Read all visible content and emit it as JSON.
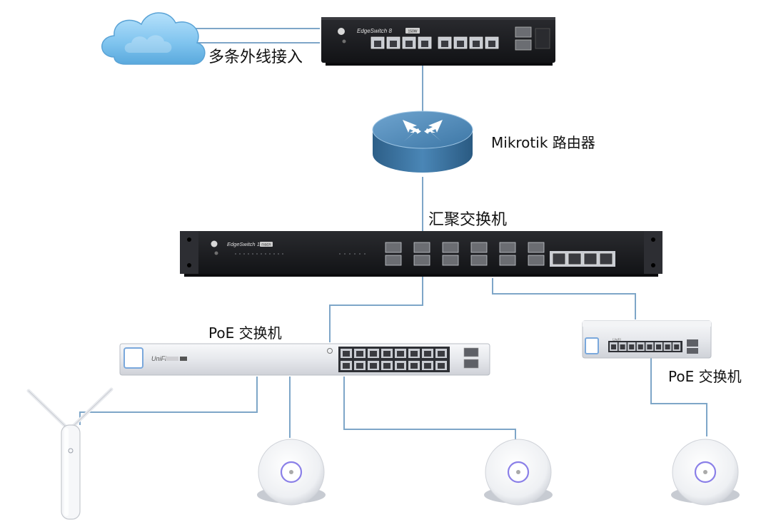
{
  "labels": {
    "cloud": "多条外线接入",
    "router": "Mikrotik 路由器",
    "aggregation": "汇聚交换机",
    "poe_left": "PoE 交换机",
    "poe_right": "PoE 交换机"
  },
  "devices": {
    "top_switch": {
      "brand": "EdgeSwitch 8",
      "badge": "150W"
    },
    "agg_switch": {
      "brand": "EdgeSwitch 12",
      "badge": "FIBER"
    },
    "poe_left": {
      "brand": "UniFi"
    },
    "poe_right": {
      "brand": "UniFi"
    }
  },
  "icons": [
    "cloud-icon",
    "router-icon",
    "ubiquiti-logo-icon",
    "access-point-icon",
    "outdoor-access-point-icon"
  ],
  "colors": {
    "link": "#7ea6c8",
    "switch_dark": "#1b1c1f",
    "router_blue": "#3f7fae",
    "cloud_blue": "#7ec3ee",
    "ap_ring": "#8b80e8"
  }
}
